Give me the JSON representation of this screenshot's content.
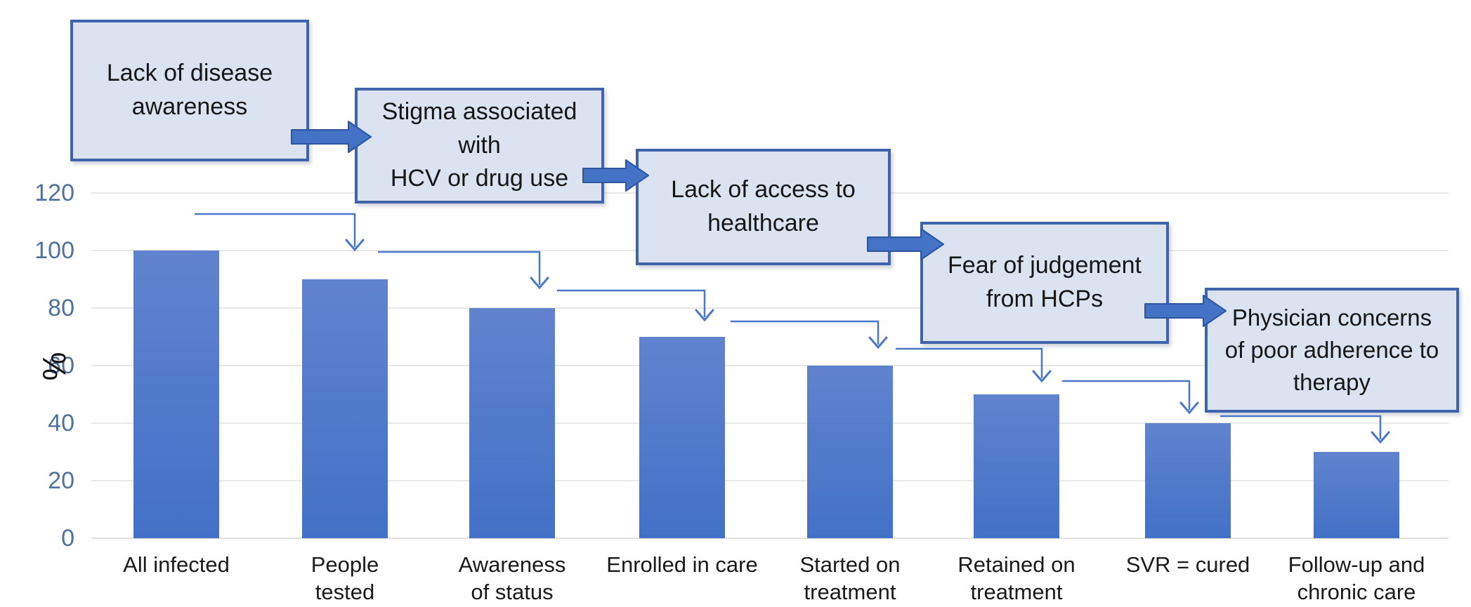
{
  "chart_data": {
    "type": "bar",
    "title": "",
    "xlabel": "",
    "ylabel": "%",
    "ylim": [
      0,
      120
    ],
    "yticks": [
      0,
      20,
      40,
      60,
      80,
      100,
      120
    ],
    "grid": true,
    "legend": false,
    "categories": [
      "All infected",
      "People\ntested",
      "Awareness\nof status",
      "Enrolled in care",
      "Started on\ntreatment",
      "Retained on\ntreatment",
      "SVR = cured",
      "Follow-up and\nchronic care"
    ],
    "values": [
      100,
      90,
      80,
      70,
      60,
      50,
      40,
      30
    ]
  },
  "callouts": [
    {
      "label": "Lack of disease\nawareness"
    },
    {
      "label": "Stigma associated with\nHCV or drug use"
    },
    {
      "label": "Lack of access to\nhealthcare"
    },
    {
      "label": "Fear of judgement\nfrom HCPs"
    },
    {
      "label": "Physician concerns\nof poor adherence to\ntherapy"
    }
  ],
  "colors": {
    "bar_gradient_top": "#6183ce",
    "bar_gradient_bottom": "#4271c7",
    "callout_fill": "#dbe3f1",
    "callout_border": "#3f63ac",
    "block_arrow": "#4472c4",
    "connector_line": "#4a77c9",
    "gridline": "#e8e8e8",
    "tick_label": "#50719e",
    "text": "#1a1a1a"
  }
}
